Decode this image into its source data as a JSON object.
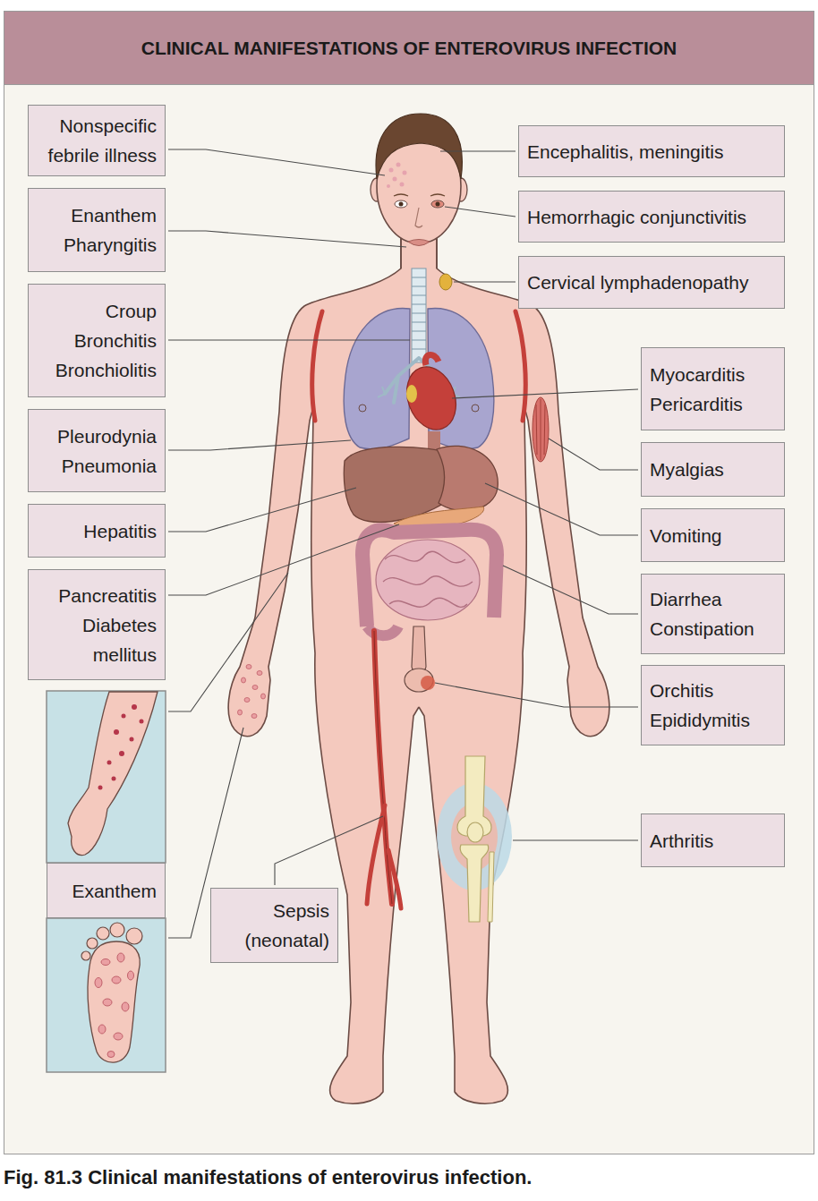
{
  "diagram": {
    "title": "CLINICAL MANIFESTATIONS OF ENTEROVIRUS INFECTION",
    "caption": "Fig. 81.3 Clinical manifestations of enterovirus infection.",
    "nodes": [
      {
        "text": [
          "Nonspecific febrile illness"
        ]
      },
      {
        "text": [
          "Enanthem",
          "Pharyngitis"
        ]
      },
      {
        "text": [
          "Croup",
          "Bronchitis",
          "Bronchiolitis"
        ]
      },
      {
        "text": [
          "Pleurodynia",
          "Pneumonia"
        ]
      },
      {
        "text": [
          "Hepatitis"
        ]
      },
      {
        "text": [
          "Pancreatitis",
          "Diabetes mellitus"
        ]
      },
      {
        "text": [
          "Exanthem"
        ]
      },
      {
        "text": [
          "Sepsis (neonatal)"
        ]
      },
      {
        "text": [
          "Encephalitis, meningitis"
        ]
      },
      {
        "text": [
          "Hemorrhagic conjunctivitis"
        ]
      },
      {
        "text": [
          "Cervical lymphadenopathy"
        ]
      },
      {
        "text": [
          "Myocarditis",
          "Pericarditis"
        ]
      },
      {
        "text": [
          "Myalgias"
        ]
      },
      {
        "text": [
          "Vomiting"
        ]
      },
      {
        "text": [
          "Diarrhea",
          "Constipation"
        ]
      },
      {
        "text": [
          "Orchitis",
          "Epididymitis"
        ]
      },
      {
        "text": [
          "Arthritis"
        ]
      }
    ]
  }
}
